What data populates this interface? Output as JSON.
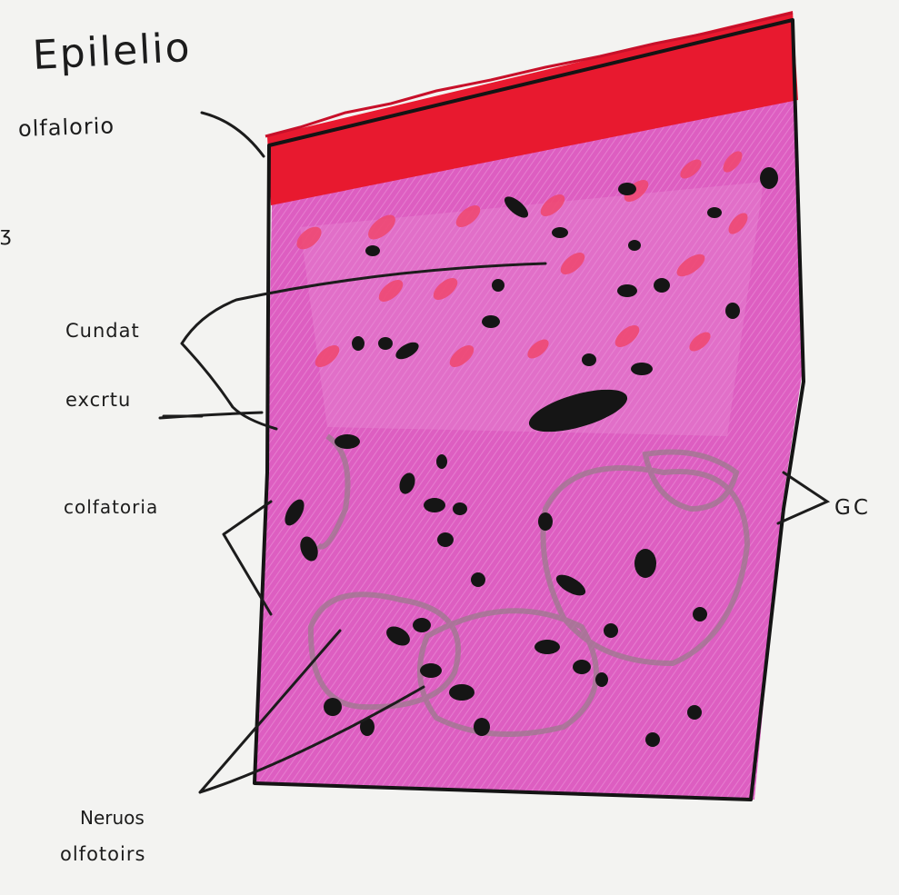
{
  "title": {
    "line1": "Epilelio",
    "line2": "olfalorio"
  },
  "stray_mark": "ʒ",
  "labels": {
    "celulas_basales": "Cundat",
    "excretora": "excrtu",
    "olfatoria": "colfatoria",
    "gc": "GC",
    "nervios_line1": "Neruos",
    "nervios_line2": "olfotoirs"
  },
  "colors": {
    "paper": "#f3f3f1",
    "epithelium_surface": "#e8192f",
    "tissue_pink": "#dd5ec1",
    "nuclei_pink": "#f0466e",
    "nuclei_black": "#151515",
    "nerve_outline": "#9b7b8c",
    "ink": "#1c1c1c"
  }
}
